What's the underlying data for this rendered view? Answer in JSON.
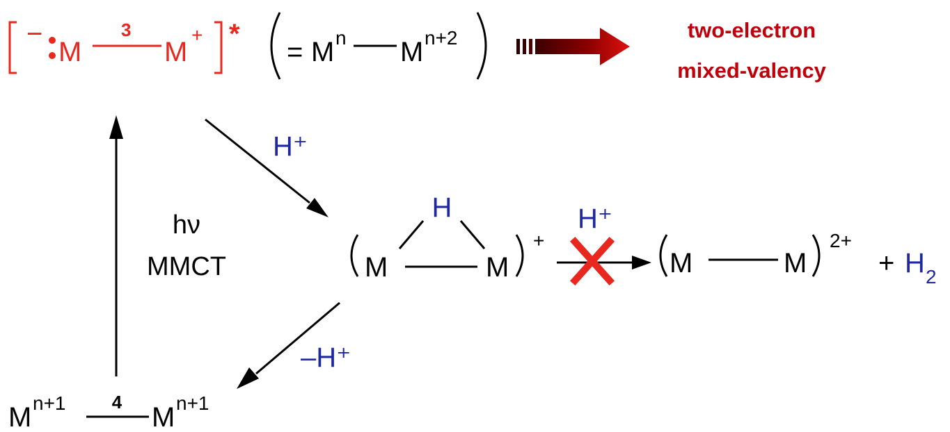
{
  "colors": {
    "red": "#e8281e",
    "dark_red": "#c0000a",
    "blue": "#1e28a0",
    "black": "#000000",
    "cross": "#e8281e"
  },
  "excited_state": {
    "minus": "−",
    "lone_pair": ":",
    "left_metal": "M",
    "bond_order": "3",
    "right_metal": "M",
    "plus": "+",
    "asterisk": "*",
    "equiv_equals": "=",
    "equiv_left_metal": "M",
    "equiv_left_sup": "n",
    "equiv_right_metal": "M",
    "equiv_right_sup": "n+2"
  },
  "result": {
    "line1": "two-electron",
    "line2": "mixed-valency"
  },
  "hydride": {
    "bridge_atom": "H",
    "left_metal": "M",
    "right_metal": "M",
    "charge": "+"
  },
  "protonation_reagent": "H⁺",
  "second_protonation_reagent": "H⁺",
  "deprotonation_reagent": "–H⁺",
  "product": {
    "left_metal": "M",
    "right_metal": "M",
    "charge": "2+",
    "plus": "+",
    "h2_atom": "H",
    "h2_sub": "2"
  },
  "excitation": {
    "line1": "hν",
    "line2": "MMCT"
  },
  "ground_state": {
    "left_metal": "M",
    "left_sup": "n+1",
    "bond_order": "4",
    "right_metal": "M",
    "right_sup": "n+1"
  }
}
